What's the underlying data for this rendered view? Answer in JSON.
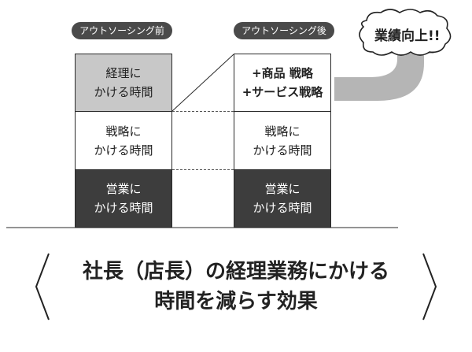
{
  "before": {
    "label": "アウトソーシング前",
    "blocks": [
      {
        "line1": "経理に",
        "line2": "かける時間"
      },
      {
        "line1": "戦略に",
        "line2": "かける時間"
      },
      {
        "line1": "営業に",
        "line2": "かける時間"
      }
    ]
  },
  "after": {
    "label": "アウトソーシング後",
    "blocks": [
      {
        "line1": "+商品 戦略",
        "line2": "+サービス戦略"
      },
      {
        "line1": "戦略に",
        "line2": "かける時間"
      },
      {
        "line1": "営業に",
        "line2": "かける時間"
      }
    ]
  },
  "cloud": {
    "text": "業績向上!!"
  },
  "conclusion": {
    "line1": "社長（店長）の経理業務にかける",
    "line2": "時間を減らす効果"
  },
  "colors": {
    "accounting": "#c8c8c8",
    "strategy": "#ffffff",
    "sales": "#3d3d3d",
    "arrow": "#b5b5b5",
    "label_bg": "#4a4a4a"
  }
}
